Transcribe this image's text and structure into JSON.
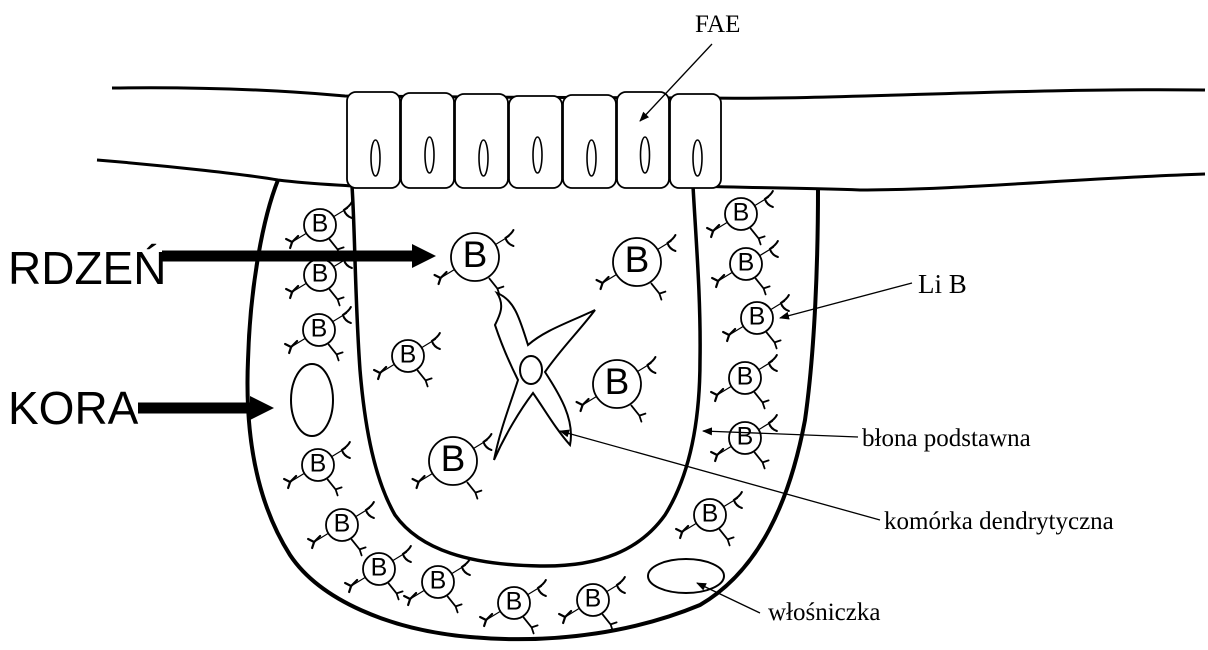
{
  "labels": {
    "fae": "FAE",
    "rdzen": "RDZEŃ",
    "kora": "KORA",
    "li_b": "Li B",
    "blona": "błona podstawna",
    "komorka": "komórka dendrytyczna",
    "wlosniczka": "włośniczka"
  },
  "cell_letter": "B",
  "colors": {
    "ink": "#000000",
    "background": "#ffffff"
  }
}
